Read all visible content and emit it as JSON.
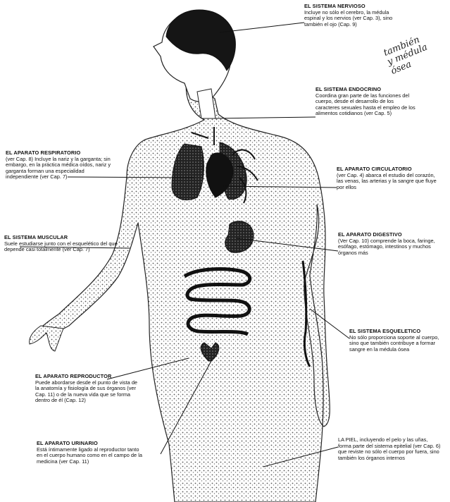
{
  "labels": {
    "nervioso": {
      "title": "EL SISTEMA NERVIOSO",
      "body": "Incluye no sólo el cerebro, la médula espinal y los nervios (ver Cap. 3), sino también el ojo (Cap. 9)"
    },
    "endocrino": {
      "title": "EL SISTEMA ENDOCRINO",
      "body": "Coordina gran parte de las funciones del cuerpo, desde el desarrollo de los caracteres sexuales hasta el empleo de los alimentos cotidianos (ver Cap. 5)"
    },
    "respiratorio": {
      "title": "EL APARATO RESPIRATORIO",
      "body": "(ver Cap. 8) Incluye la nariz y la garganta; sin embargo, en la práctica médica oídos, nariz y garganta forman una especialidad independiente (ver Cap. 7)"
    },
    "circulatorio": {
      "title": "EL APARATO CIRCULATORIO",
      "body": "(ver Cap. 4) abarca el estudio del corazón, las venas, las arterias y la sangre que fluye por ellos"
    },
    "muscular": {
      "title": "EL SISTEMA MUSCULAR",
      "body": "Suele estudiarse junto con el esquelético del que depende casi totalmente (ver Cap. 7)"
    },
    "digestivo": {
      "title": "EL APARATO DIGESTIVO",
      "body": "(Ver Cap. 10) comprende la boca, faringe, esófago, estómago, intestinos y muchos órganos más"
    },
    "esqueletico": {
      "title": "EL SISTEMA ESQUELETICO",
      "body": "No sólo proporciona soporte al cuerpo, sino que también contribuye a formar sangre en la médula ósea"
    },
    "reproductor": {
      "title": "EL APARATO REPRODUCTOR",
      "body": "Puede abordarse desde el punto de vista de la anatomía y fisiología de sus órganos (ver Cap. 11) o de la nueva vida que se forma dentro de él (Cap. 12)"
    },
    "urinario": {
      "title": "EL APARATO URINARIO",
      "body": "Está íntimamente ligado al reproductor tanto en el cuerpo humano como en el campo de la medicina (ver Cap. 11)"
    },
    "piel": {
      "title": "",
      "body": "LA PIEL, incluyendo el pelo y las uñas, forma parte del sistema epitelial (ver Cap. 6) que reviste no sólo el cuerpo por fuera, sino también los órganos internos"
    }
  },
  "handwritten_note": "también\ny médula\nósea",
  "colors": {
    "ink": "#111111",
    "background": "#ffffff",
    "stipple": "#555555"
  }
}
